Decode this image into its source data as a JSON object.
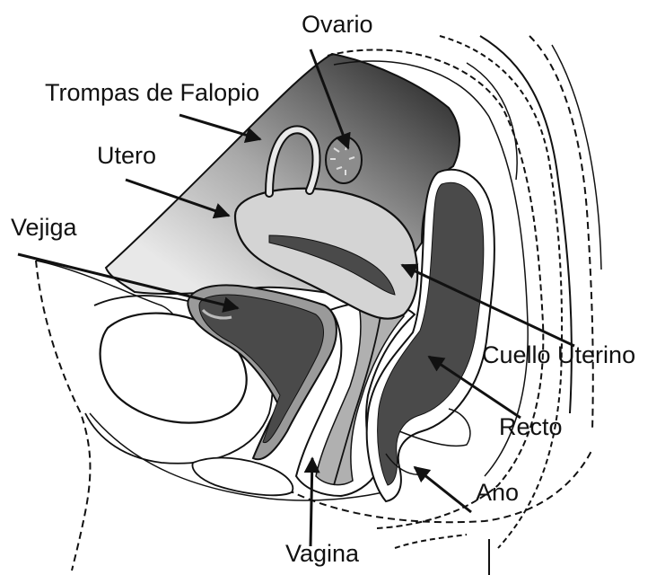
{
  "labels": {
    "ovario": "Ovario",
    "trompas": "Trompas de Falopio",
    "utero": "Utero",
    "vejiga": "Vejiga",
    "cuello": "Cuello Uterino",
    "recto": "Recto",
    "ano": "Ano",
    "vagina": "Vagina"
  },
  "colors": {
    "background": "#ffffff",
    "outline": "#111111",
    "dark_organ": "#4a4a4a",
    "uterus": "#d2d2d2",
    "peritoneum_dark": "#3e3e3e",
    "peritoneum_light": "#e6e6e6"
  }
}
